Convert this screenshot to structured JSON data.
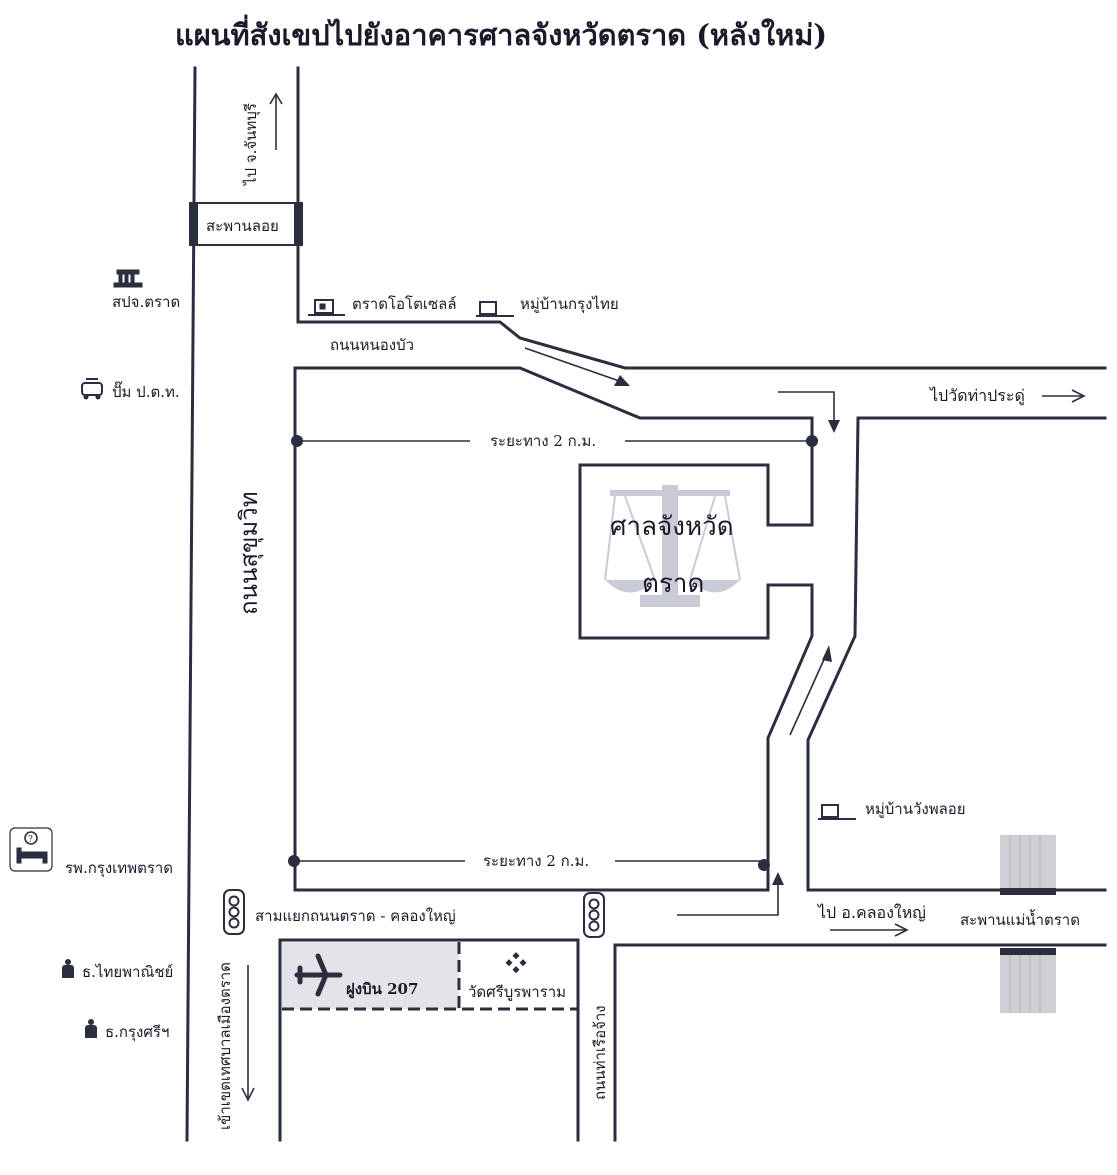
{
  "title": "แผนที่สังเขปไปยังอาคารศาลจังหวัดตราด (หลังใหม่)",
  "labels": {
    "to_chanthaburi": "ไป จ.จันทบุรี",
    "floating_bridge": "สะพานลอย",
    "trat_office": "สปจ.ตราด",
    "gas_station": "ปั๊ม ป.ต.ท.",
    "trat_hotel": "ตราดโอโตเซลล์",
    "village_krungthai": "หมู่บ้านกรุงไทย",
    "nong_bua_road": "ถนนหนองบัว",
    "to_wat_thapradu": "ไปวัดท่าประดู่",
    "distance_top": "ระยะทาง  2  ก.ม.",
    "distance_bottom": "ระยะทาง  2  ก.ม.",
    "sukhumvit_road": "ถนนสุขุมวิท",
    "court_line1": "ศาลจังหวัด",
    "court_line2": "ตราด",
    "village_wangphloi": "หมู่บ้านวังพลอย",
    "hospital": "รพ.กรุงเทพตราด",
    "junction": "สามแยกถนนตราด - คลองใหญ่",
    "to_khlong_yai": "ไป อ.คลองใหญ่",
    "trat_river_bridge": "สะพานแม่น้ำตราด",
    "thai_bank": "ธ.ไทยพาณิชย์",
    "krungsri_bank": "ธ.กรุงศรีฯ",
    "airline": "ฝูงบิน 207",
    "temple": "วัดศรีบูรพาราม",
    "to_municipality": "เข้าเขตเทศบาลเมืองตราด",
    "tha_ruea_chang_road": "ถนนท่าเรือจ้าง"
  },
  "colors": {
    "road": "#2a2e3e",
    "text": "#1a1a2a",
    "court_emblem": "#c9ccd6",
    "zone_fill": "#e4e4e8",
    "bridge_fill": "#cfcfd4"
  },
  "icons": [
    "building-icon",
    "car-icon",
    "house-icon",
    "village-icon",
    "hospital-icon",
    "bank-icon",
    "airplane-icon",
    "temple-icon",
    "traffic-light-icon",
    "court-emblem-icon"
  ]
}
